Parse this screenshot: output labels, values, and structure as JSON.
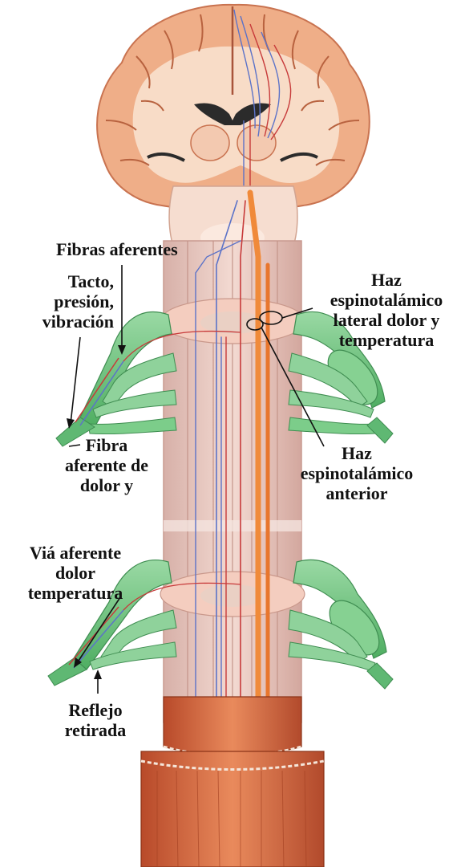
{
  "labels": {
    "fibras_aferentes": [
      "Fibras aferentes"
    ],
    "tacto": [
      "Tacto,",
      "presión,",
      "vibración"
    ],
    "haz_lateral": [
      "Haz",
      "espinotalámico",
      "lateral dolor y",
      "temperatura"
    ],
    "fibra_aferente_dolor": [
      "Fibra",
      "aferente de",
      "dolor y"
    ],
    "haz_anterior": [
      "Haz",
      "espinotalámico",
      "anterior"
    ],
    "via_aferente": [
      "Viá aferente",
      "dolor",
      "temperatura"
    ],
    "reflejo": [
      "Reflejo",
      "retirada"
    ]
  },
  "colors": {
    "cortex": "#f2b38c",
    "white_matter": "#f8ddc8",
    "cord": "#e9c6bb",
    "nerve": "#7ccd8a",
    "tract_orange": "#f08a3a",
    "tract_blue": "#5c73c8",
    "tract_red": "#c73a3a",
    "muscle": "#d9683f"
  }
}
